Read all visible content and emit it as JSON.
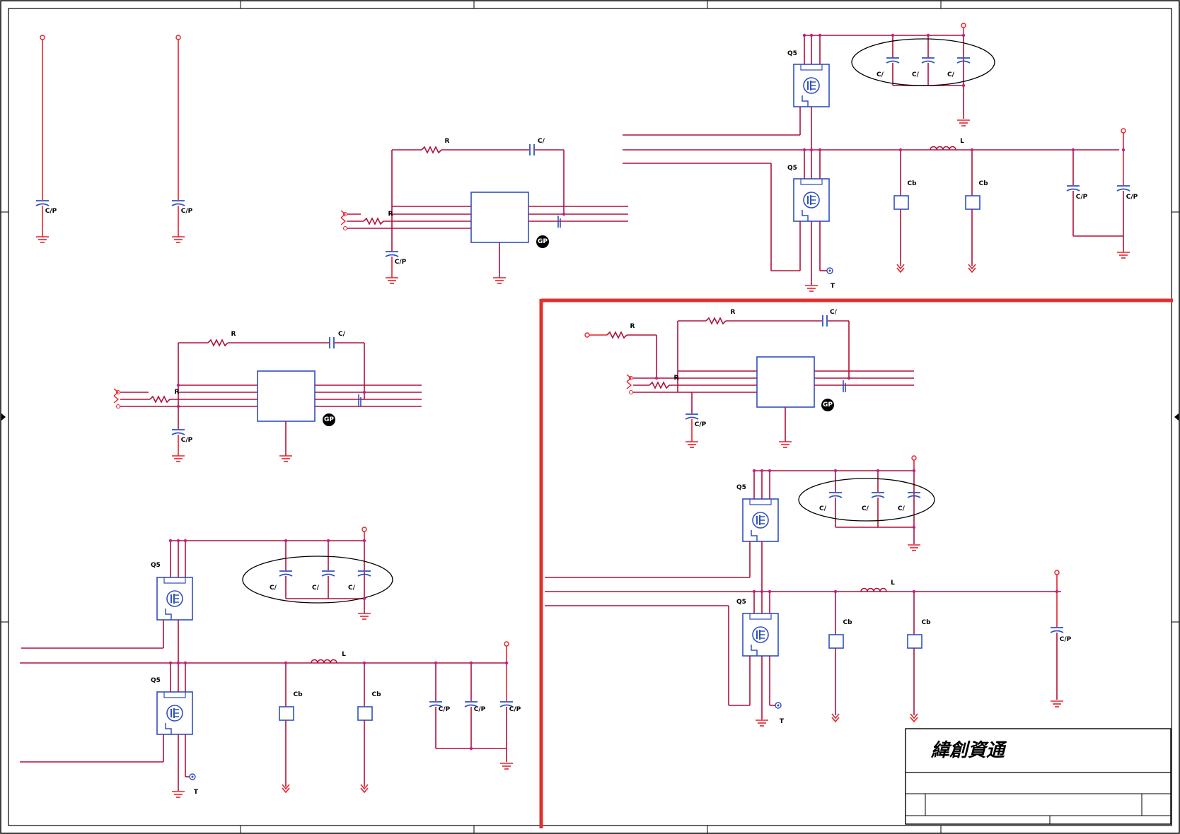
{
  "title_block": {
    "company": "緯創資通"
  },
  "labels": {
    "cap": "C/P",
    "cap_short": "C/",
    "res": "R",
    "ic": "GP",
    "mos": "Q5",
    "bead": "Cb",
    "ind": "L",
    "tp": "T"
  },
  "colors": {
    "wire": "#b0103a",
    "wire_red": "#e8202a",
    "outline": "#3050c0",
    "divider": "#e03030",
    "junction": "#c0208a"
  }
}
